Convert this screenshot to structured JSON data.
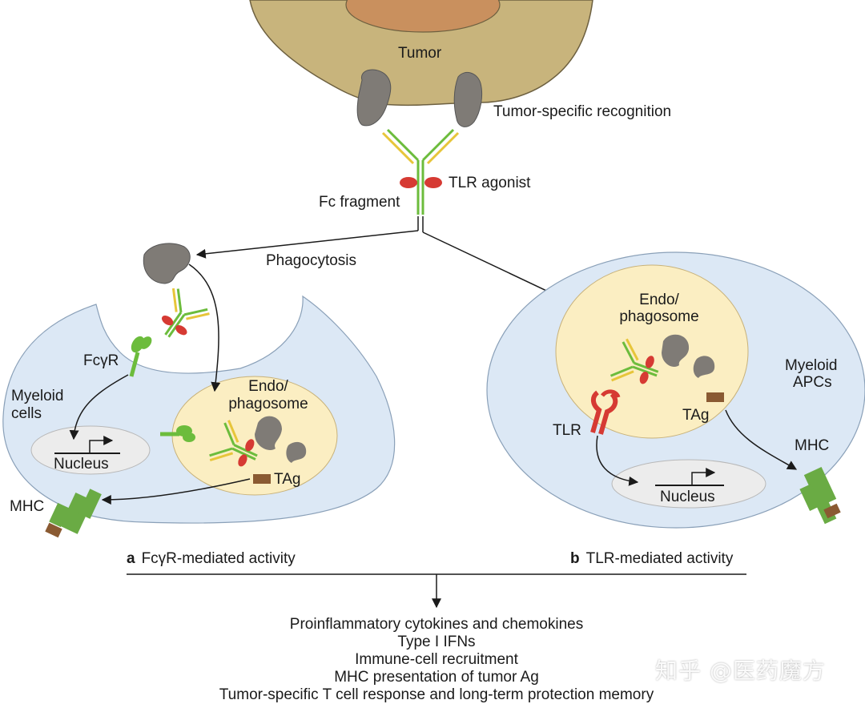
{
  "labels": {
    "tumor": "Tumor",
    "tumor_recognition": "Tumor-specific recognition",
    "tlr_agonist": "TLR agonist",
    "fc_fragment": "Fc fragment",
    "phagocytosis": "Phagocytosis",
    "fcgr": "FcγR",
    "myeloid_cells_line1": "Myeloid",
    "myeloid_cells_line2": "cells",
    "nucleus_left": "Nucleus",
    "endo_left_line1": "Endo/",
    "endo_left_line2": "phagosome",
    "tag_left": "TAg",
    "mhc_left": "MHC",
    "endo_right_line1": "Endo/",
    "endo_right_line2": "phagosome",
    "myeloid_apcs_line1": "Myeloid",
    "myeloid_apcs_line2": "APCs",
    "tag_right": "TAg",
    "tlr": "TLR",
    "mhc_right": "MHC",
    "nucleus_right": "Nucleus"
  },
  "panels": {
    "a": {
      "letter": "a",
      "title": "FcγR-mediated activity"
    },
    "b": {
      "letter": "b",
      "title": "TLR-mediated activity"
    }
  },
  "outcomes": [
    "Proinflammatory cytokines and chemokines",
    "Type I IFNs",
    "Immune-cell recruitment",
    "MHC presentation of tumor Ag",
    "Tumor-specific T cell response and long-term protection memory"
  ],
  "watermark": "知乎 @医药魔方",
  "colors": {
    "tumor_body": "#c8b47c",
    "tumor_nucleus": "#c9905e",
    "cell_body": "#dce8f5",
    "phagosome": "#fbeec2",
    "nucleus": "#ececec",
    "antibody_green": "#6cbc3c",
    "antibody_yellow": "#e7c53a",
    "tlr_agonist_red": "#d63a33",
    "antigen_gray": "#7f7b76",
    "tag_brown": "#8a5a32",
    "mhc_green": "#6aab44"
  }
}
